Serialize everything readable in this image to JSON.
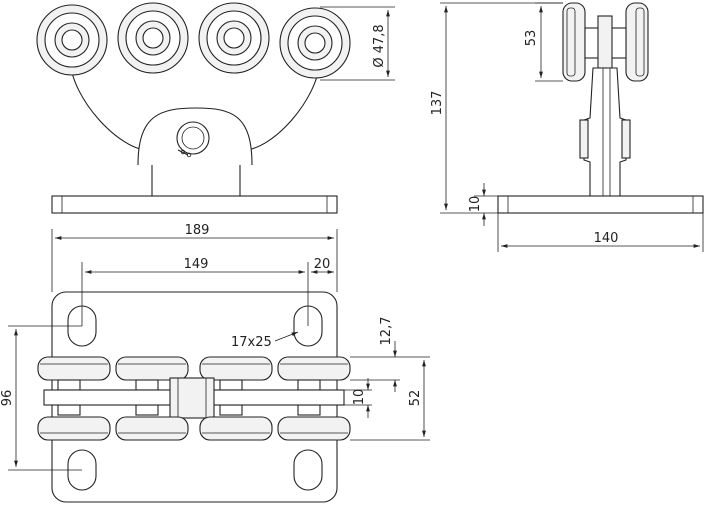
{
  "drawing": {
    "dimensions": {
      "wheel_diameter": "Ø 47,8",
      "total_height": "137",
      "wheel_height": "53",
      "plate_thickness": "10",
      "plate_depth": "140",
      "plate_length": "189",
      "hole_spacing": "149",
      "hole_offset": "20",
      "slot_size": "17x25",
      "edge_offset": "12,7",
      "hole_spacing_vertical": "96",
      "width_total": "52",
      "shaft_height": "10"
    }
  }
}
